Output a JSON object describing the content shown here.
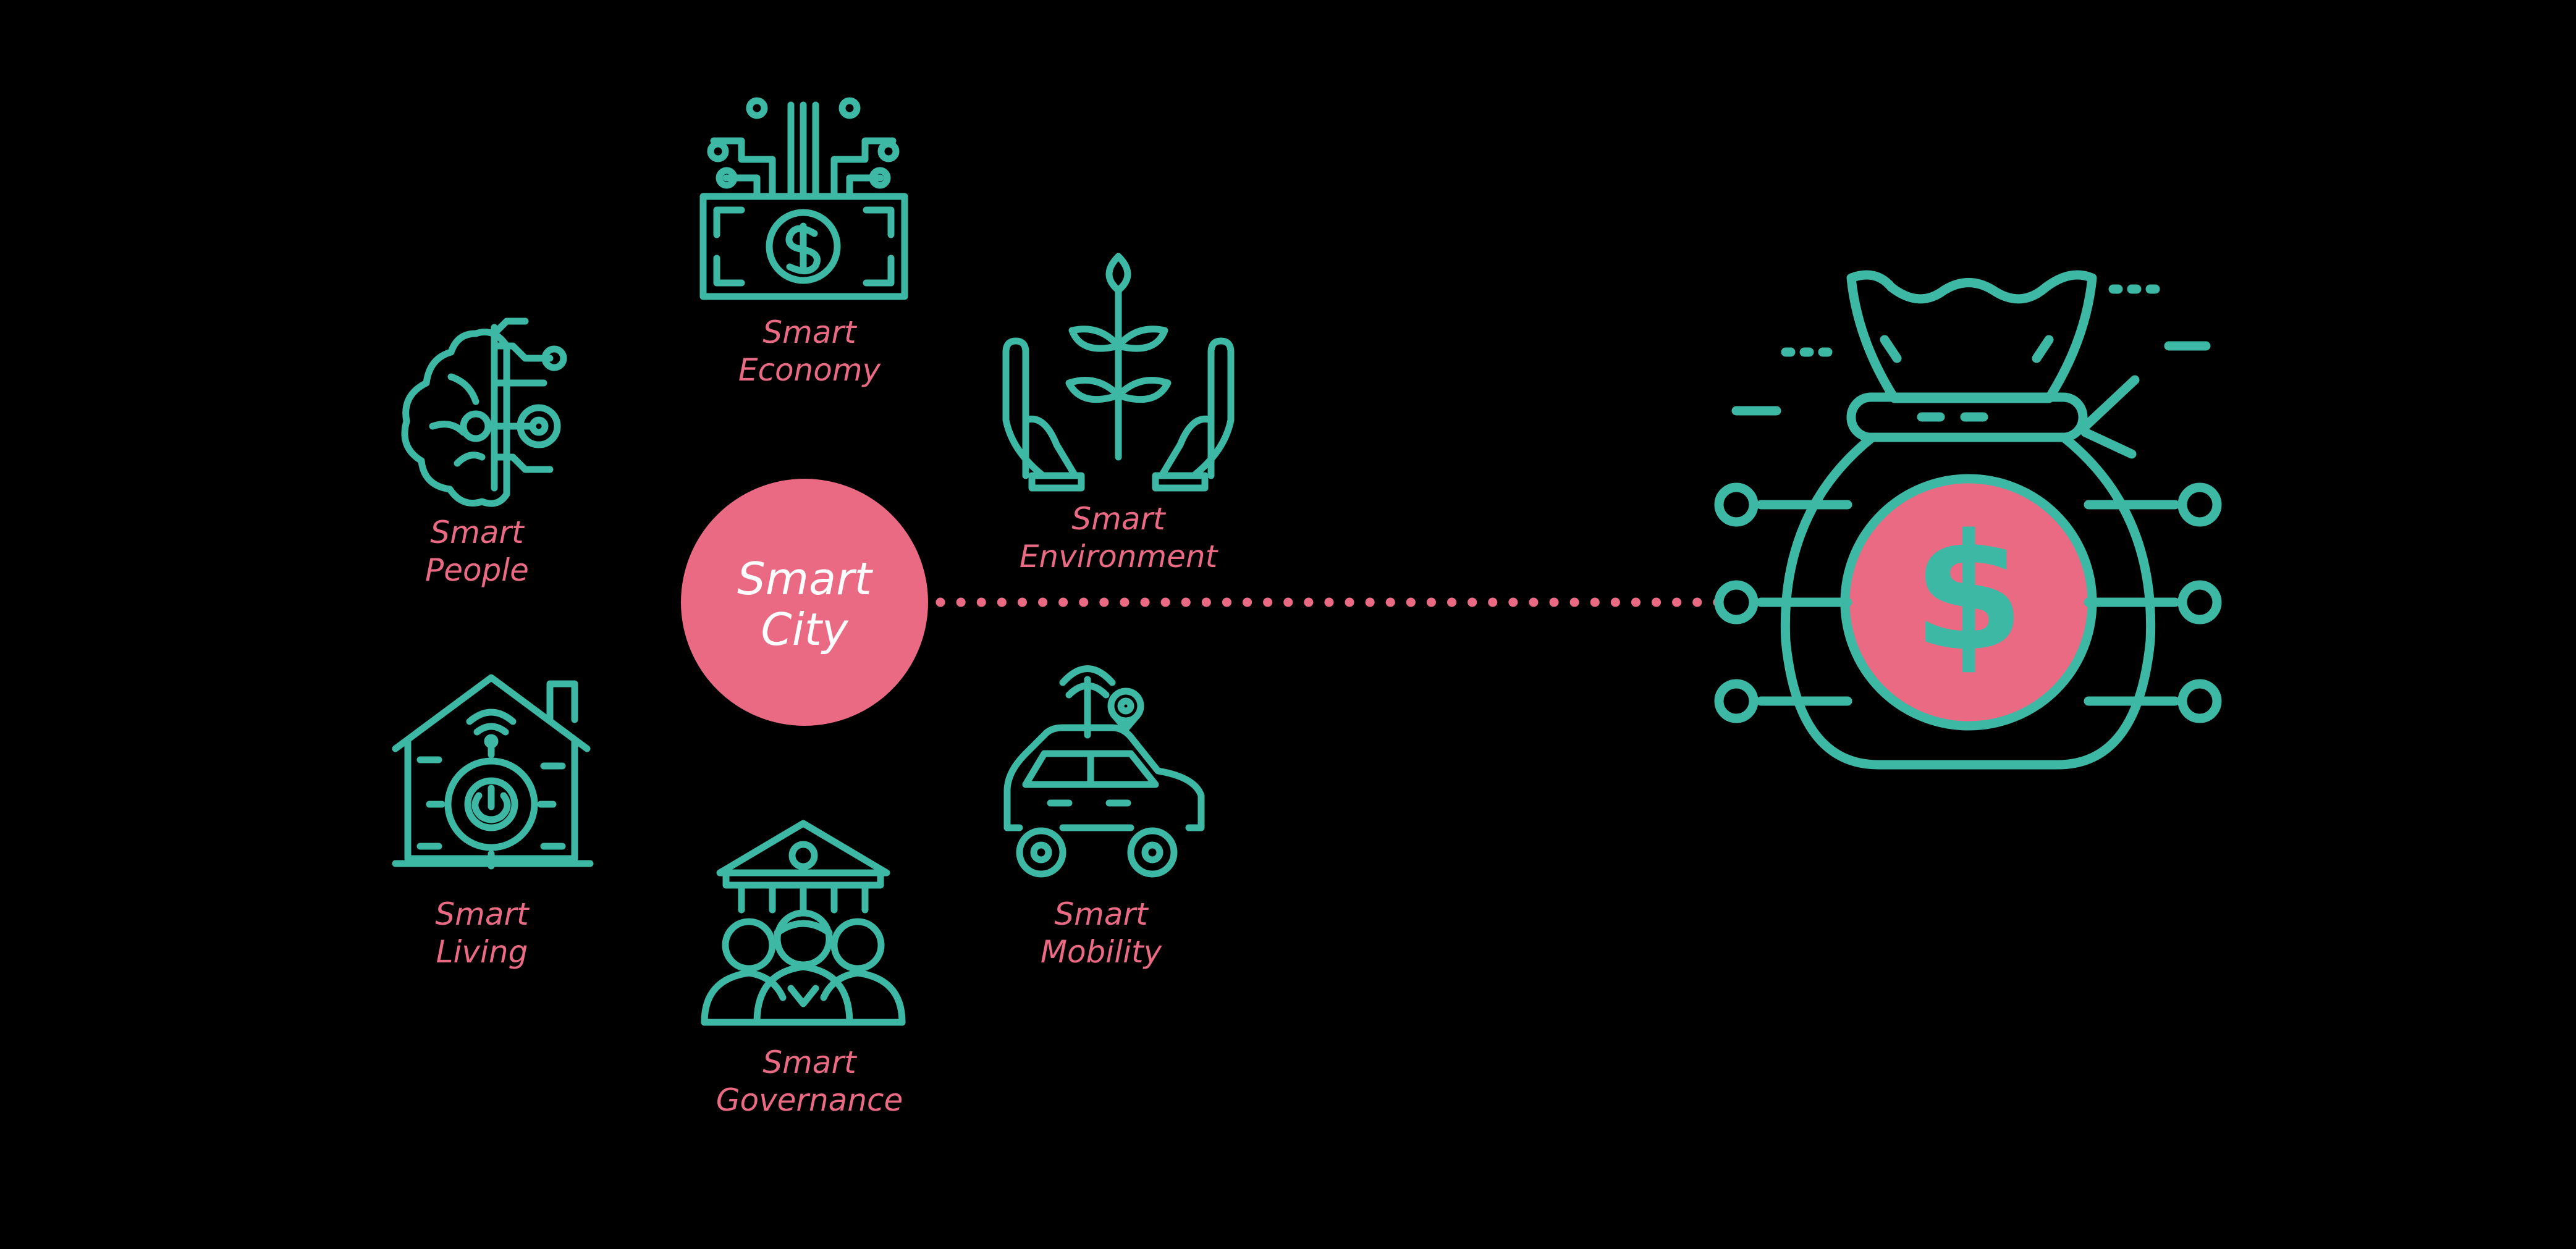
{
  "colors": {
    "background": "#000000",
    "icon_stroke": "#3DB8A4",
    "accent": "#EB6A83",
    "hub_text": "#FFFFFF"
  },
  "hub": {
    "line1": "Smart",
    "line2": "City"
  },
  "nodes": [
    {
      "id": "economy",
      "icon": "digital-banknote-icon",
      "line1": "Smart",
      "line2": "Economy"
    },
    {
      "id": "people",
      "icon": "brain-circuit-icon",
      "line1": "Smart",
      "line2": "People"
    },
    {
      "id": "environment",
      "icon": "hands-holding-plant-icon",
      "line1": "Smart",
      "line2": "Environment"
    },
    {
      "id": "living",
      "icon": "smart-home-gear-icon",
      "line1": "Smart",
      "line2": "Living"
    },
    {
      "id": "mobility",
      "icon": "connected-car-icon",
      "line1": "Smart",
      "line2": "Mobility"
    },
    {
      "id": "governance",
      "icon": "government-building-people-icon",
      "line1": "Smart",
      "line2": "Governance"
    }
  ],
  "target": {
    "icon": "money-bag-dollar-icon",
    "symbol": "$"
  }
}
